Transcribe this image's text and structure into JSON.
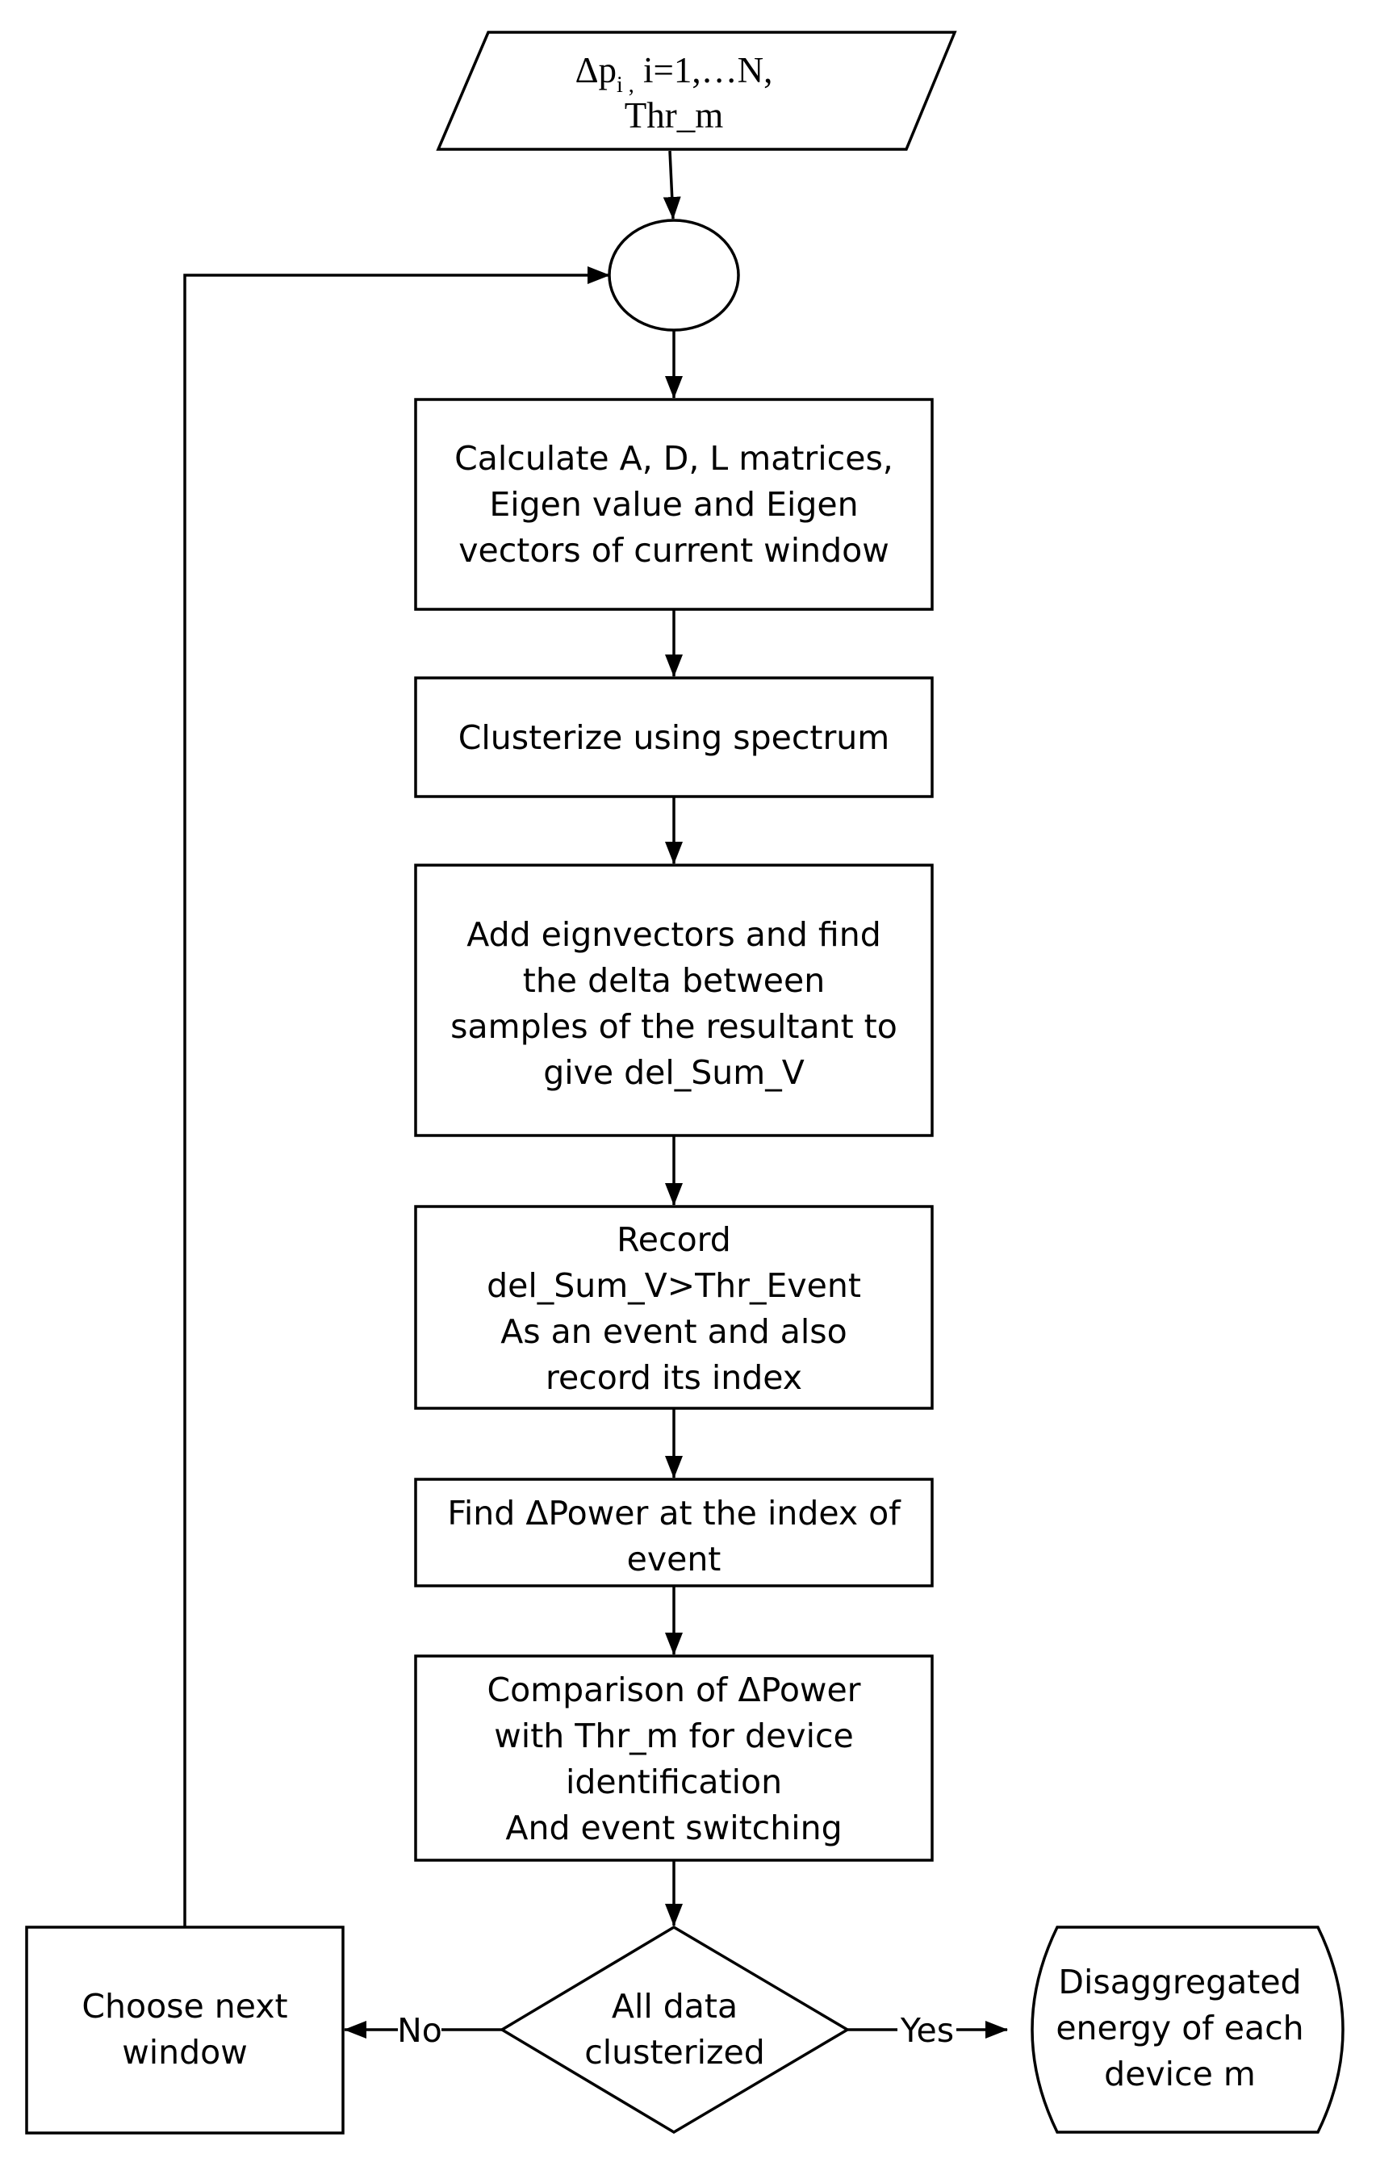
{
  "input": {
    "symbol": "Δp",
    "subscript": "i ,",
    "rest": " i=1,…N,",
    "line2": "Thr_m"
  },
  "steps": [
    {
      "lines": [
        "Calculate A, D, L matrices,",
        "Eigen value and Eigen",
        "vectors of current window"
      ]
    },
    {
      "lines": [
        "Clusterize using spectrum"
      ]
    },
    {
      "lines": [
        "Add eignvectors and find",
        "the delta between",
        "samples of the resultant to",
        "give del_Sum_V"
      ]
    },
    {
      "lines": [
        "Record",
        "del_Sum_V>Thr_Event",
        "As an event and also",
        "record its index"
      ]
    },
    {
      "lines": [
        "Find ΔPower at the index of",
        "event"
      ]
    },
    {
      "lines": [
        "Comparison of ΔPower",
        "with Thr_m for device",
        "identification",
        "And event switching"
      ]
    }
  ],
  "decision": {
    "lines": [
      "All data",
      "clusterized"
    ],
    "no_label": "No",
    "yes_label": "Yes"
  },
  "loop_box": {
    "lines": [
      "Choose next",
      "window"
    ]
  },
  "output": {
    "lines": [
      "Disaggregated",
      "energy of each",
      "device m"
    ]
  }
}
